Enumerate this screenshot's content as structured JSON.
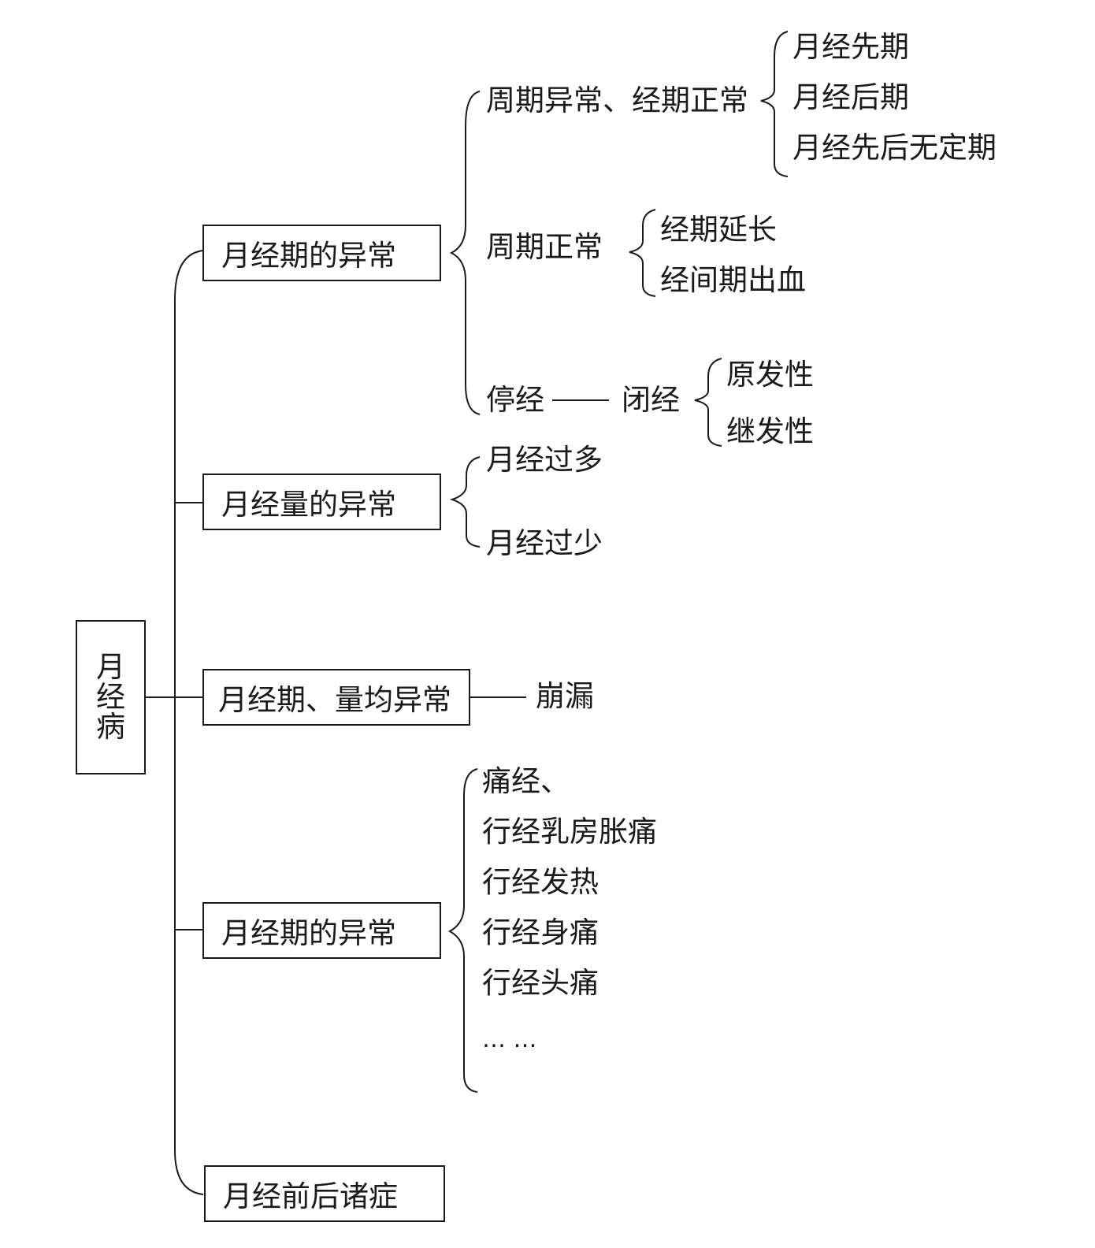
{
  "root": {
    "label": "月经病"
  },
  "categories": [
    {
      "label": "月经期的异常"
    },
    {
      "label": "月经量的异常"
    },
    {
      "label": "月经期、量均异常"
    },
    {
      "label": "月经期的异常"
    },
    {
      "label": "月经前后诸症"
    }
  ],
  "period": {
    "cycle_abnormal": {
      "label": "周期异常、经期正常",
      "items": [
        "月经先期",
        "月经后期",
        "月经先后无定期"
      ]
    },
    "cycle_normal": {
      "label": "周期正常",
      "items": [
        "经期延长",
        "经间期出血"
      ]
    },
    "stop": {
      "label": "停经",
      "amenorrhea": "闭经",
      "items": [
        "原发性",
        "继发性"
      ]
    }
  },
  "amount": {
    "items": [
      "月经过多",
      "月经过少"
    ]
  },
  "both": {
    "item": "崩漏"
  },
  "during": {
    "items": [
      "痛经、",
      "行经乳房胀痛",
      "行经发热",
      "行经身痛",
      "行经头痛",
      "… …"
    ]
  }
}
